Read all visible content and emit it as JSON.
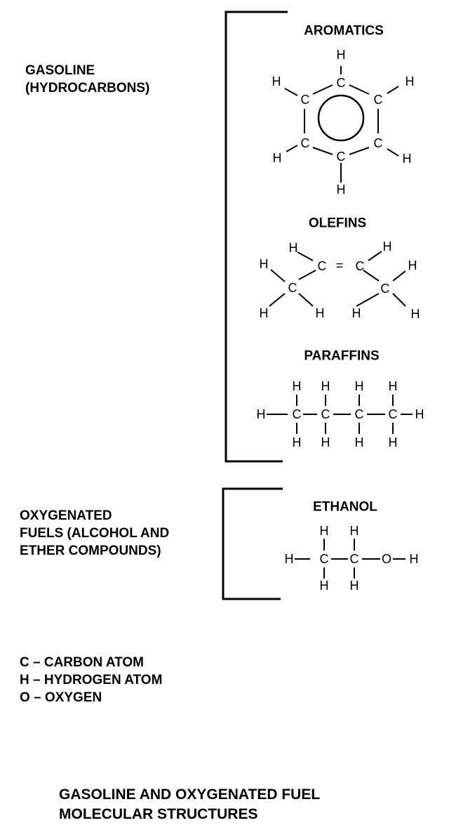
{
  "groups": {
    "gasoline": {
      "line1": "GASOLINE",
      "line2": "(HYDROCARBONS)"
    },
    "oxygenated": {
      "line1": "OXYGENATED",
      "line2": "FUELS (ALCOHOL AND",
      "line3": "ETHER COMPOUNDS)"
    }
  },
  "molecules": {
    "aromatics": {
      "heading": "AROMATICS"
    },
    "olefins": {
      "heading": "OLEFINS"
    },
    "paraffins": {
      "heading": "PARAFFINS"
    },
    "ethanol": {
      "heading": "ETHANOL"
    }
  },
  "atoms": {
    "carbon": "C",
    "hydrogen": "H",
    "oxygen": "O",
    "double_bond": "="
  },
  "legend": [
    {
      "symbol": "C",
      "dash": "–",
      "name": "CARBON ATOM"
    },
    {
      "symbol": "H",
      "dash": "–",
      "name": "HYDROGEN ATOM"
    },
    {
      "symbol": "O",
      "dash": "–",
      "name": "OXYGEN"
    }
  ],
  "caption": {
    "line1": "GASOLINE AND OXYGENATED FUEL",
    "line2": "MOLECULAR STRUCTURES"
  }
}
